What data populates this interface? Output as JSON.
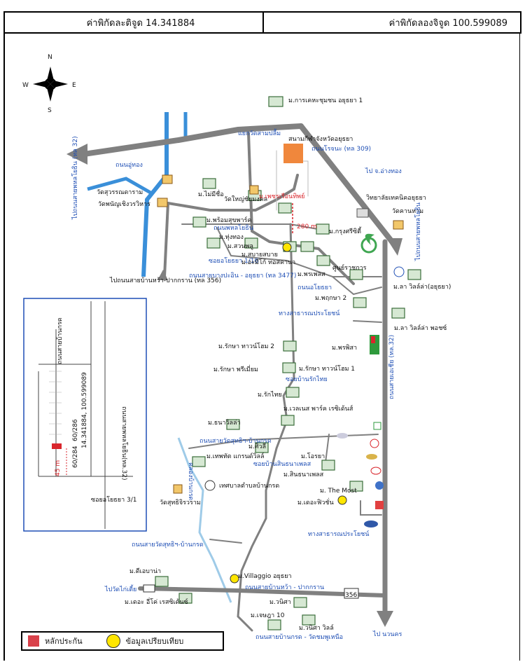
{
  "header": {
    "lat_label": "ค่าพิกัดละติจูด 14.341884",
    "lon_label": "ค่าพิกัดลองจิจูด 100.599089"
  },
  "compass": {
    "n": "N",
    "s": "S",
    "e": "E",
    "w": "W"
  },
  "labels": {
    "karkeha": "ม.การเคหะชุมชน อยุธยา 1",
    "wat_sam_plum": "แยกวัดสามปลื้ม",
    "stadium": "สนามกีฬาจังหวัดอยุธยา",
    "rojana": "ถนนโรจนะ (ทล 309)",
    "pai_angthong": "ไป จ.อ่างทอง",
    "u_thong": "ถนนอู่ทอง",
    "pai_sai_asia": "ไปถนนสายพหลโยธิน (ทล 32)",
    "mai_mee_chue": "ม.ไม่มีชื่อ",
    "wat_suwan": "วัดสุวรรณดาราม",
    "wat_phanan": "วัดพนัญเชิงวรวิหาร",
    "wat_yai": "วัดใหญ่ชัยมงคล",
    "pet_ruen": "ม.เพชรเรือนทิพย์",
    "dist_280": "280 m",
    "tech_college": "วิทยาลัยเทคนิคอยุธยา",
    "wat_khanon": "วัดคานหาม",
    "pai_sai_asia_e": "ไปถนนสายพหลโยธิน",
    "phrom_suk": "ม.พร้อมสุขพาร์ค",
    "thanon_phanolyothin": "ถนนพหลโยธิน",
    "thung_thong": "ม.ทุ่งทอง",
    "suan_phlu": "ม.สวนพลู",
    "sabai": "ม.สบายสบาย",
    "soi_1_16": "ซอยอโยธยา 1/16",
    "amini": "ม.อะมีโก้ ทอสคานา",
    "krung_sri": "ม.กรุงศรีซิตี้",
    "sun_ratchakarn": "ศูนย์ราชการ",
    "pai_sai_bp": "ไปถนนสายบ้านหว้า-ปากกราน (ทล 356)",
    "bangpa_in": "ถนนสายบางปะอิน - อยุธยา (ทล 3477)",
    "phrapens": "ม.พรเพลส",
    "ayothaya": "ถนนอโยธยา",
    "la_villa": "ม.ลา วิลล์ล่า(อยุธยา)",
    "phruksa2": "ม.พฤกษา 2",
    "thang_sathanaprayot": "ทางสาธารณประโยชน์",
    "la_villa_plus": "ม.ลา วิลล์ล่า พอชซ์",
    "phruk_hi": "ม.พรพิสา",
    "rak_town2": "ม.รักษา ทาวน์โฮม 2",
    "asia32": "ถนนสายเอเชีย (ทล.32)",
    "rak_premium": "ม.รักษา พรีเมี่ยม",
    "rak_town1": "ม.รักษา ทาวน์โฮม 1",
    "soi_rak_thai": "ซอยบ้านรักไทย",
    "rak_thai": "ม.รักไทย",
    "venice": "ม.เวลเนส พาร์ค เรซิเด้นส์",
    "thana": "ม.ธนาวิลล่า",
    "wat_sukh_rd": "ถนนสายวัดสุทธิฯ-บ้านกรด",
    "siwili": "ม.ศิวลี",
    "thepphat": "ม.เทพทัต แกรนด์วิลล์",
    "ora": "ม.โอรยา",
    "soi_ban_sin": "ซอยบ้านสินธนาเพลส",
    "sinthana": "ม.สินธนาเพลส",
    "tesaban": "เทศบาลตำบลบ้านกรด",
    "wat_sutthi": "วัดสุทธิจิรวราม",
    "klong": "คลองบ้านกรด",
    "the_most": "ม. The Most",
    "the_fiction": "ม.เดอะฟิวชั่น",
    "thang_sathana2": "ทางสาธารณประโยชน์",
    "wat_sutthi_rd2": "ถนนสายวัดสุทธิฯ-บ้านกรด",
    "ti_ban": "ม.ดีเอบาน่า",
    "villaggio": "ม.Villaggio อยุธยา",
    "pai_wat": "ไปวัดไก่เตี้ย",
    "banwa_pk": "ถนนสายบ้านหว้า - ปากกราน",
    "the_e": "ม.เดอะ อี่โค่ เรสซิเด้นซ์",
    "wanisa": "ม.วนิศา",
    "road_356": "356",
    "chetsada": "ม.เจษฎา 10",
    "wanisa_villa": "ม.วนิศา วิลล์",
    "thanon_ban_krot": "ถนนสายบ้านกรด - วัดชมพูเหนือ",
    "pai_nakhon": "ไป นวนคร",
    "inset_road1": "ถนนสายบ้านกรด",
    "inset_road2": "ถนนสายพหลโยธิน(ทล.32)",
    "inset_coord": "14.341884, 100.599089",
    "inset_60": "60/286",
    "inset_60b": "60/284",
    "inset_45": "45 m",
    "inset_soi": "ซอยอโยธยา 3/1"
  },
  "legend": {
    "marker": "หลักประกัน",
    "compare": "ข้อมูลเปรียบเทียบ"
  },
  "colors": {
    "road": "#808080",
    "river": "#3a8fd9",
    "blue_text": "#1f4fb5",
    "accent_red": "#d9262c",
    "orange": "#f0873c"
  }
}
